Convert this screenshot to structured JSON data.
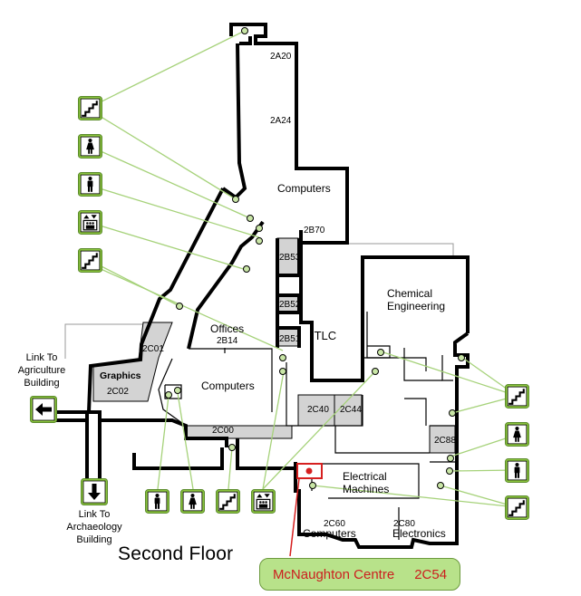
{
  "floor_title": "Second Floor",
  "callout": {
    "name": "McNaughton Centre",
    "room": "2C54",
    "marker_color": "#d62020"
  },
  "rooms": {
    "r2A20": "2A20",
    "r2A24": "2A24",
    "r2B70": "2B70",
    "r2B53": "2B53",
    "r2B52": "2B52",
    "r2B51": "2B51",
    "r2B14": "2B14",
    "r2C01": "2C01",
    "r2C02": "2C02",
    "r2C00": "2C00",
    "r2C40": "2C40",
    "r2C44": "2C44",
    "r2C88": "2C88",
    "r2C60": "2C60",
    "r2C80": "2C80"
  },
  "areas": {
    "computers_north": "Computers",
    "offices": "Offices",
    "itlc": "ITLC",
    "graphics": "Graphics",
    "computers_west": "Computers",
    "chemical_line1": "Chemical",
    "chemical_line2": "Engineering",
    "electrical_line1": "Electrical",
    "electrical_line2": "Machines",
    "computers_south": "Computers",
    "electronics": "Electronics"
  },
  "links": {
    "agriculture": [
      "Link To",
      "Agriculture",
      "Building"
    ],
    "archaeology": [
      "Link To",
      "Archaeology",
      "Building"
    ]
  },
  "icons": {
    "stairs": "stairs-icon",
    "women": "women-restroom-icon",
    "men": "men-restroom-icon",
    "elevator": "elevator-icon",
    "arrow_left": "arrow-left-icon",
    "arrow_down": "arrow-down-icon"
  },
  "colors": {
    "icon_fill": "#8cc63f",
    "connector": "#a6d27a",
    "wall": "#000000",
    "shaded_room": "#d3d3d3"
  }
}
